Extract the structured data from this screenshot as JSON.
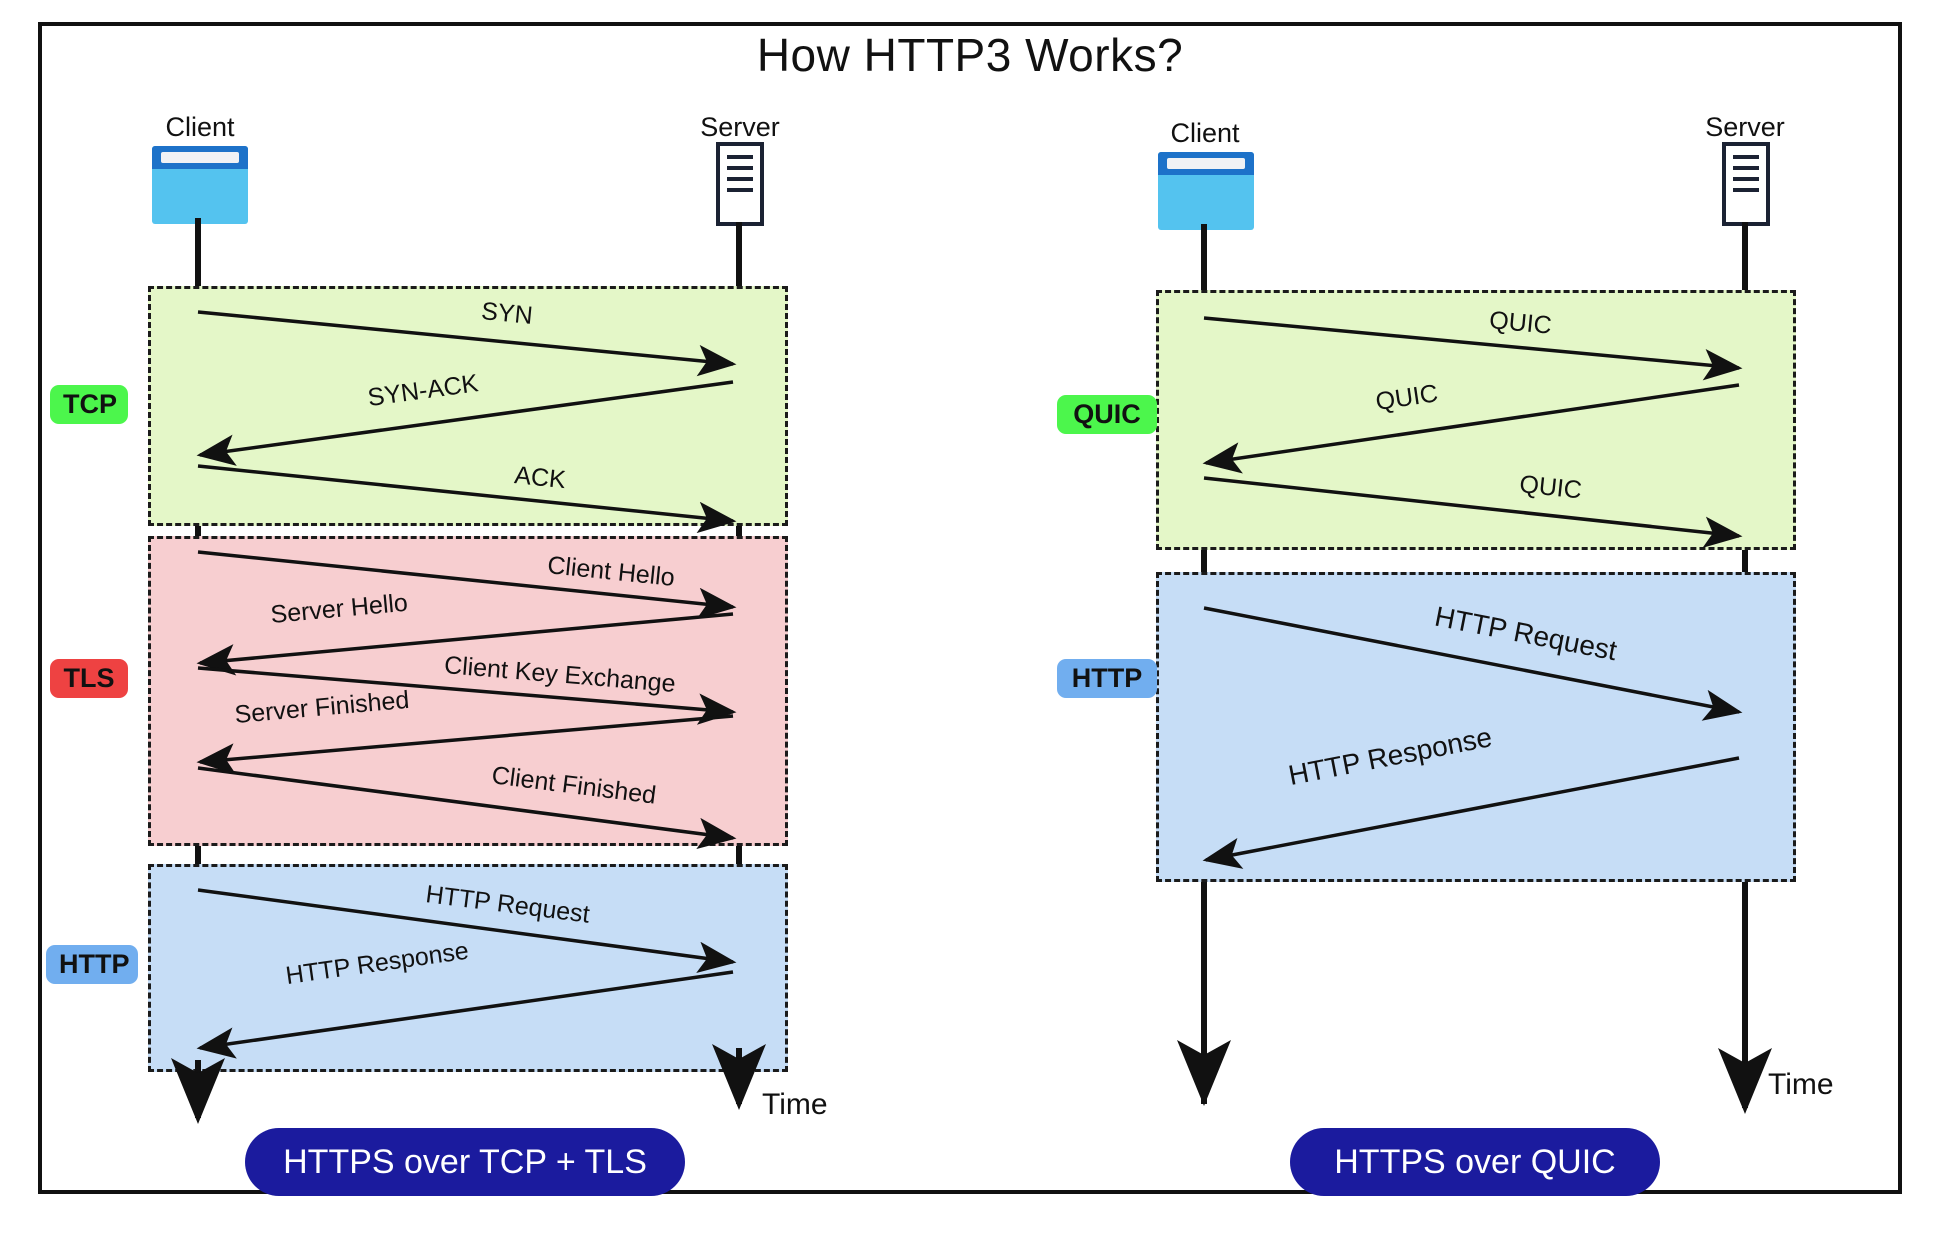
{
  "title": "How HTTP3 Works?",
  "colors": {
    "frame": "#111111",
    "tcp_badge": "#4cf64c",
    "tls_badge": "#ee4242",
    "http_badge": "#71aeef",
    "quic_badge": "#4cf64c",
    "green_box": "#e4f7c8",
    "pink_box": "#f7ced0",
    "blue_box": "#c6ddf6",
    "pill": "#1b1b9e",
    "client_body": "#54c3ef",
    "client_titlebar": "#1d72c9",
    "server_border": "#1b2233"
  },
  "left_diagram": {
    "client_label": "Client",
    "server_label": "Server",
    "time_label": "Time",
    "summary_pill": "HTTPS over TCP + TLS",
    "phases": [
      {
        "badge": "TCP",
        "badge_color": "#4cf64c",
        "box_color": "#e4f7c8",
        "messages": [
          {
            "text": "SYN",
            "direction": "client-to-server"
          },
          {
            "text": "SYN-ACK",
            "direction": "server-to-client"
          },
          {
            "text": "ACK",
            "direction": "client-to-server"
          }
        ]
      },
      {
        "badge": "TLS",
        "badge_color": "#ee4242",
        "box_color": "#f7ced0",
        "messages": [
          {
            "text": "Client Hello",
            "direction": "client-to-server"
          },
          {
            "text": "Server Hello",
            "direction": "server-to-client"
          },
          {
            "text": "Client Key Exchange",
            "direction": "client-to-server"
          },
          {
            "text": "Server Finished",
            "direction": "server-to-client"
          },
          {
            "text": "Client Finished",
            "direction": "client-to-server"
          }
        ]
      },
      {
        "badge": "HTTP",
        "badge_color": "#71aeef",
        "box_color": "#c6ddf6",
        "messages": [
          {
            "text": "HTTP Request",
            "direction": "client-to-server"
          },
          {
            "text": "HTTP Response",
            "direction": "server-to-client"
          }
        ]
      }
    ]
  },
  "right_diagram": {
    "client_label": "Client",
    "server_label": "Server",
    "time_label": "Time",
    "summary_pill": "HTTPS over QUIC",
    "phases": [
      {
        "badge": "QUIC",
        "badge_color": "#4cf64c",
        "box_color": "#e4f7c8",
        "messages": [
          {
            "text": "QUIC",
            "direction": "client-to-server"
          },
          {
            "text": "QUIC",
            "direction": "server-to-client"
          },
          {
            "text": "QUIC",
            "direction": "client-to-server"
          }
        ]
      },
      {
        "badge": "HTTP",
        "badge_color": "#71aeef",
        "box_color": "#c6ddf6",
        "messages": [
          {
            "text": "HTTP Request",
            "direction": "client-to-server"
          },
          {
            "text": "HTTP Response",
            "direction": "server-to-client"
          }
        ]
      }
    ]
  }
}
